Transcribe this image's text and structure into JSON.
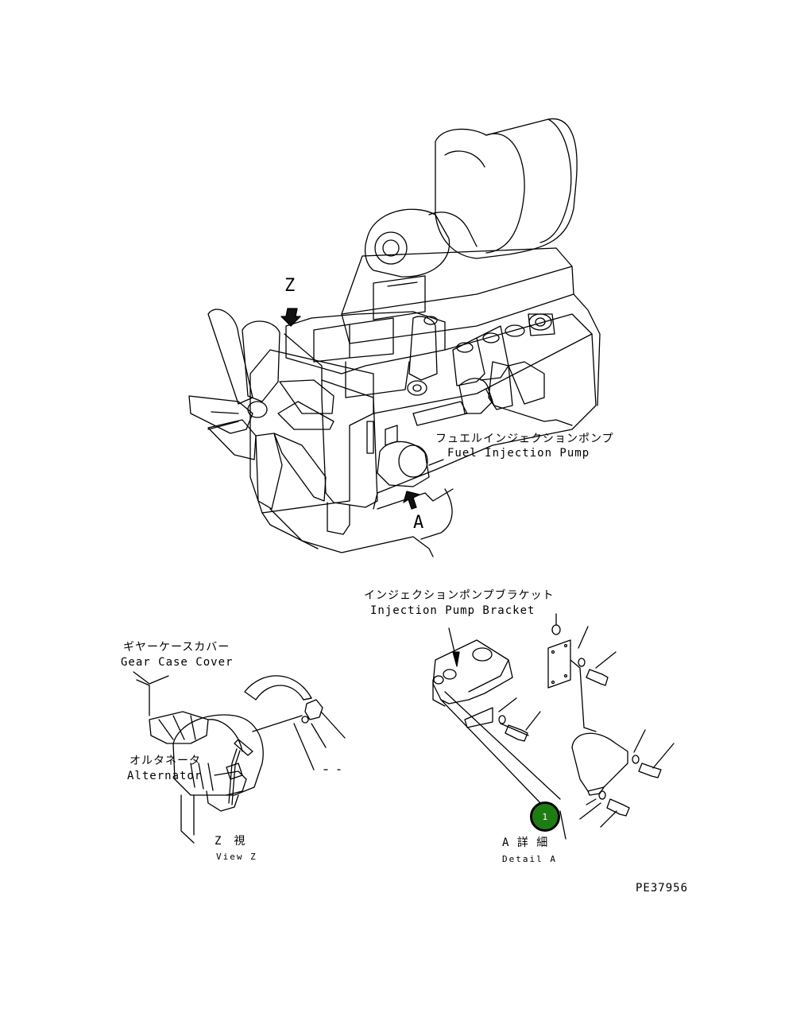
{
  "labels": {
    "fuel_injection_pump_jp": "フュエルインジェクションポンプ",
    "fuel_injection_pump_en": "Fuel Injection Pump",
    "injection_pump_bracket_jp": "インジェクションポンプブラケット",
    "injection_pump_bracket_en": "Injection Pump Bracket",
    "gear_case_cover_jp": "ギヤーケースカバー",
    "gear_case_cover_en": "Gear Case Cover",
    "alternator_jp": "オルタネータ",
    "alternator_en": "Alternator",
    "view_z_jp": "Z　視",
    "view_z_en": "View Z",
    "detail_a_jp": "A 詳 細",
    "detail_a_en": "Detail A",
    "arrow_z": "Z",
    "arrow_a": "A",
    "drawing_number": "PE37956"
  },
  "hotspot": {
    "number": "1",
    "color": "#1e7d12"
  },
  "colors": {
    "line": "#000000",
    "background": "#ffffff"
  }
}
